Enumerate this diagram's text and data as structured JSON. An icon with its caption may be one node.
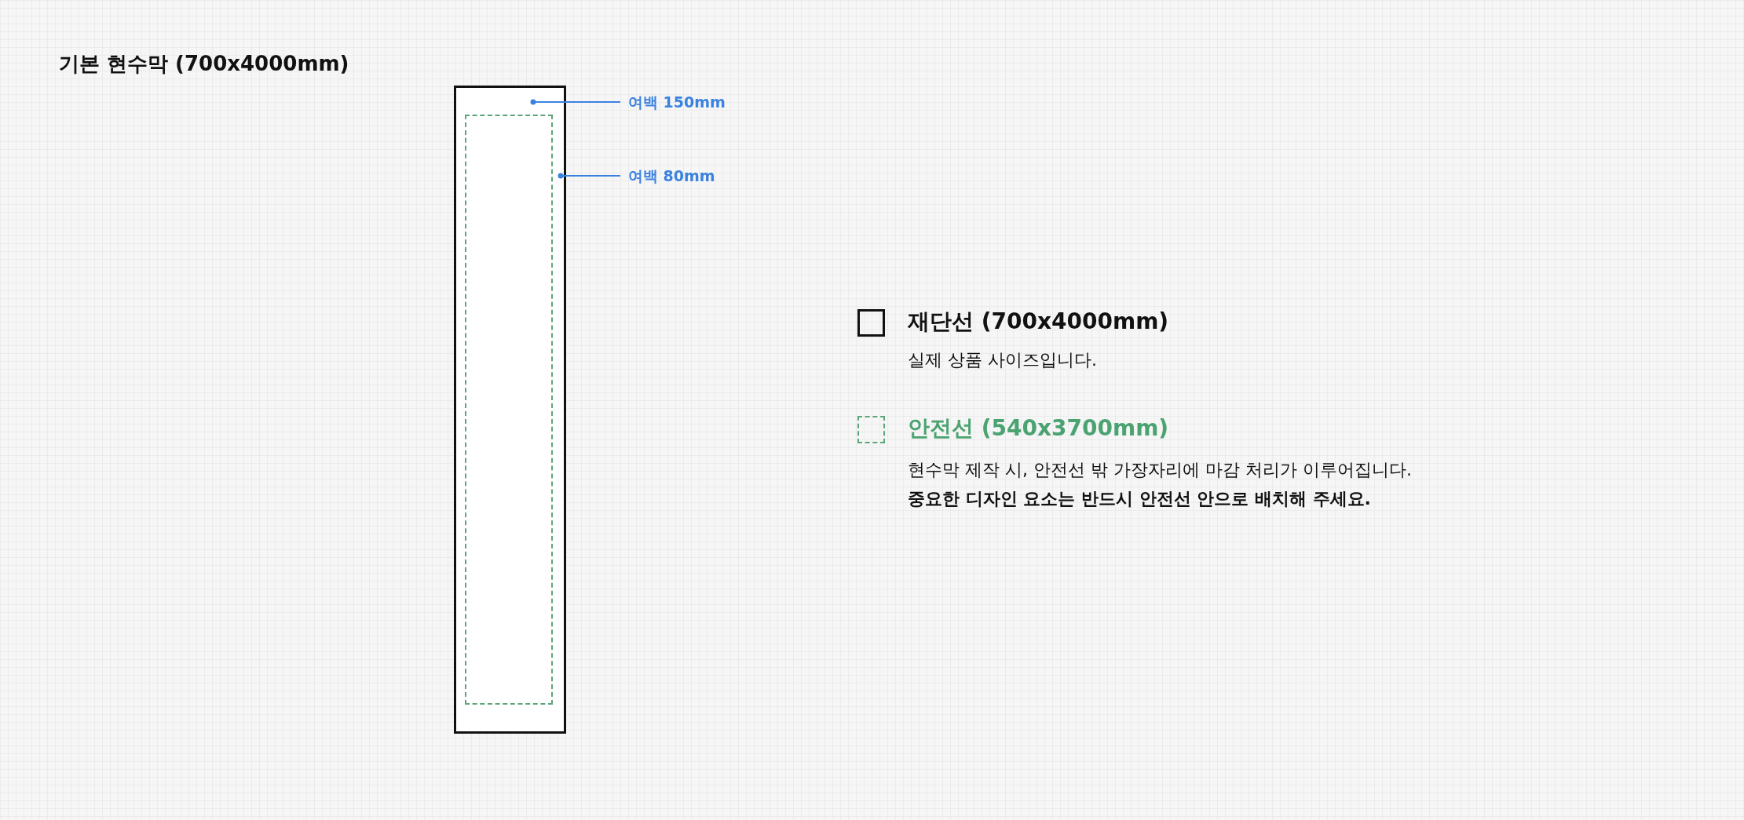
{
  "diagram": {
    "title": "기본 현수막 (700x4000mm)",
    "nodes": [
      {
        "text": [],
        "shape": "box"
      },
      {
        "text": [],
        "shape": "box",
        "in": 0
      },
      {
        "text": [
          "여백 150mm"
        ]
      },
      {
        "text": [
          "여백 80mm"
        ]
      }
    ],
    "edges": [
      {
        "from": 2,
        "to": 0,
        "arrow": "other"
      },
      {
        "from": 3,
        "to": 0,
        "arrow": "other"
      }
    ],
    "labels": [
      "실제 상품 사이즈입니다.",
      "현수막 제작 시, 안전선 밖 가장자리에 마감 처리가 이루어집니다.",
      "중요한 디자인 요소는 반드시 안전선 안으로 배치해 주세요."
    ],
    "legend": [
      {
        "text": "재단선 (700x4000mm)"
      },
      {
        "text": "안전선 (540x3700mm)"
      }
    ]
  }
}
